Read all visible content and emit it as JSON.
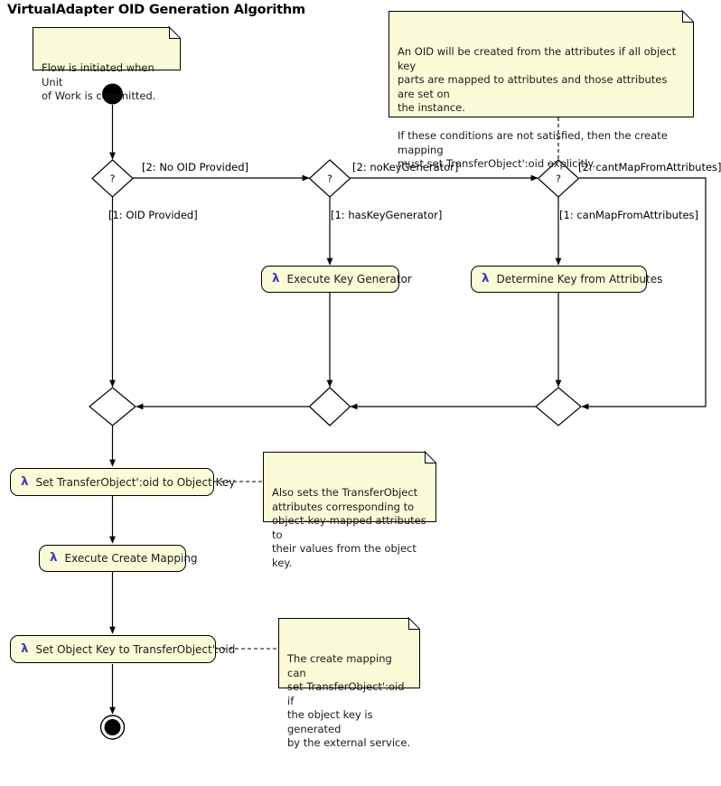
{
  "diagram": {
    "title": "VirtualAdapter OID Generation Algorithm",
    "type": "uml-activity-diagram",
    "colors": {
      "note_fill": "#fbfbd8",
      "activity_fill": "#fbfbd8",
      "stroke": "#000000",
      "lambda": "#3b3bc8",
      "background": "#ffffff"
    }
  },
  "notes": [
    {
      "id": "note-start",
      "text": "Flow is initiated when Unit\nof Work is committed."
    },
    {
      "id": "note-oid-attributes",
      "text": "An OID will be created from the attributes if all object key\nparts are mapped to attributes and those attributes are set on\nthe instance.\n\nIf these conditions are not satisfied, then the create mapping\nmust set TransferObject':oid explicitly."
    },
    {
      "id": "note-set-oid",
      "text": "Also sets the TransferObject\nattributes corresponding to\nobject-key-mapped attributes to\ntheir values from the object key."
    },
    {
      "id": "note-create-mapping",
      "text": "The create mapping can\nset TransferObject':oid if\nthe object key is generated\nby the external service."
    }
  ],
  "nodes": {
    "start": {
      "name": "initial-node"
    },
    "end": {
      "name": "final-node"
    },
    "decisions": [
      {
        "id": "decision-oid",
        "label": "?"
      },
      {
        "id": "decision-keygenerator",
        "label": "?"
      },
      {
        "id": "decision-mapattributes",
        "label": "?"
      }
    ],
    "merges": [
      {
        "id": "merge-oid"
      },
      {
        "id": "merge-keygenerator"
      },
      {
        "id": "merge-mapattributes"
      }
    ]
  },
  "activities": [
    {
      "id": "execute-key-generator",
      "icon": "lambda-icon",
      "lambda": "λ",
      "label": "Execute Key Generator"
    },
    {
      "id": "determine-key-from-attributes",
      "icon": "lambda-icon",
      "lambda": "λ",
      "label": "Determine Key from Attributes"
    },
    {
      "id": "set-transferobject-oid-to-object-key",
      "icon": "lambda-icon",
      "lambda": "λ",
      "label": "Set TransferObject':oid to Object Key"
    },
    {
      "id": "execute-create-mapping",
      "icon": "lambda-icon",
      "lambda": "λ",
      "label": "Execute Create Mapping"
    },
    {
      "id": "set-object-key-to-transferobject-oid",
      "icon": "lambda-icon",
      "lambda": "λ",
      "label": "Set Object Key to TransferObject':oid"
    }
  ],
  "edge_labels": [
    {
      "id": "edge-no-oid-provided",
      "text": "[2: No OID Provided]"
    },
    {
      "id": "edge-oid-provided",
      "text": "[1: OID Provided]"
    },
    {
      "id": "edge-nokeygenerator",
      "text": "[2: noKeyGenerator]"
    },
    {
      "id": "edge-haskeygenerator",
      "text": "[1: hasKeyGenerator]"
    },
    {
      "id": "edge-cantmapfromattributes",
      "text": "[2: cantMapFromAttributes]"
    },
    {
      "id": "edge-canmapfromattributes",
      "text": "[1: canMapFromAttributes]"
    }
  ]
}
